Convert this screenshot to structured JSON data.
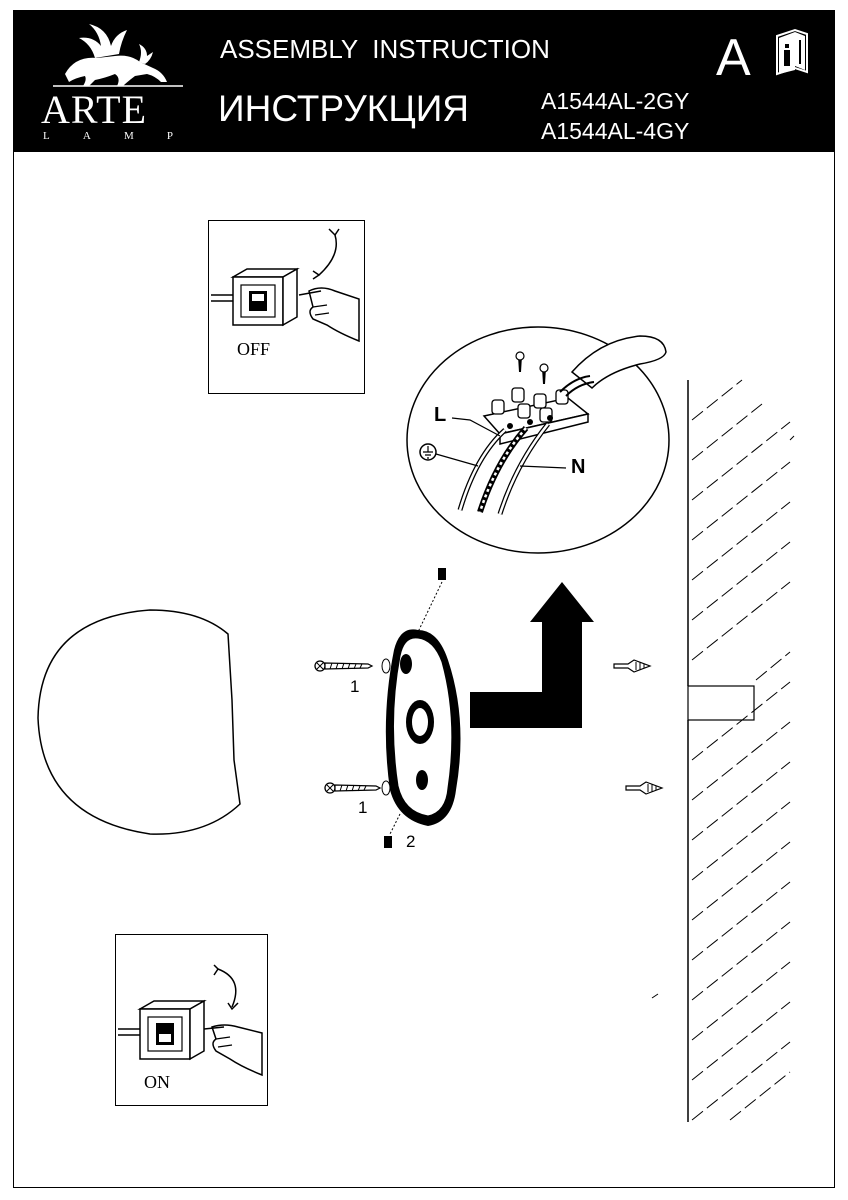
{
  "header": {
    "brand": "ARTE",
    "brand_sub": [
      "L",
      "A",
      "M",
      "P"
    ],
    "title_en": "ASSEMBLY  INSTRUCTION",
    "title_ru": "ИНСТРУКЦИЯ",
    "models": [
      "A1544AL-2GY",
      "A1544AL-4GY"
    ],
    "section_letter": "A"
  },
  "steps": {
    "off_label": "OFF",
    "on_label": "ON"
  },
  "wiring": {
    "live_label": "L",
    "neutral_label": "N"
  },
  "parts": {
    "screw_label_top": "1",
    "screw_label_bottom": "1",
    "set_screw_label": "2"
  },
  "colors": {
    "header_bg": "#000000",
    "header_text": "#ffffff",
    "line": "#000000"
  }
}
